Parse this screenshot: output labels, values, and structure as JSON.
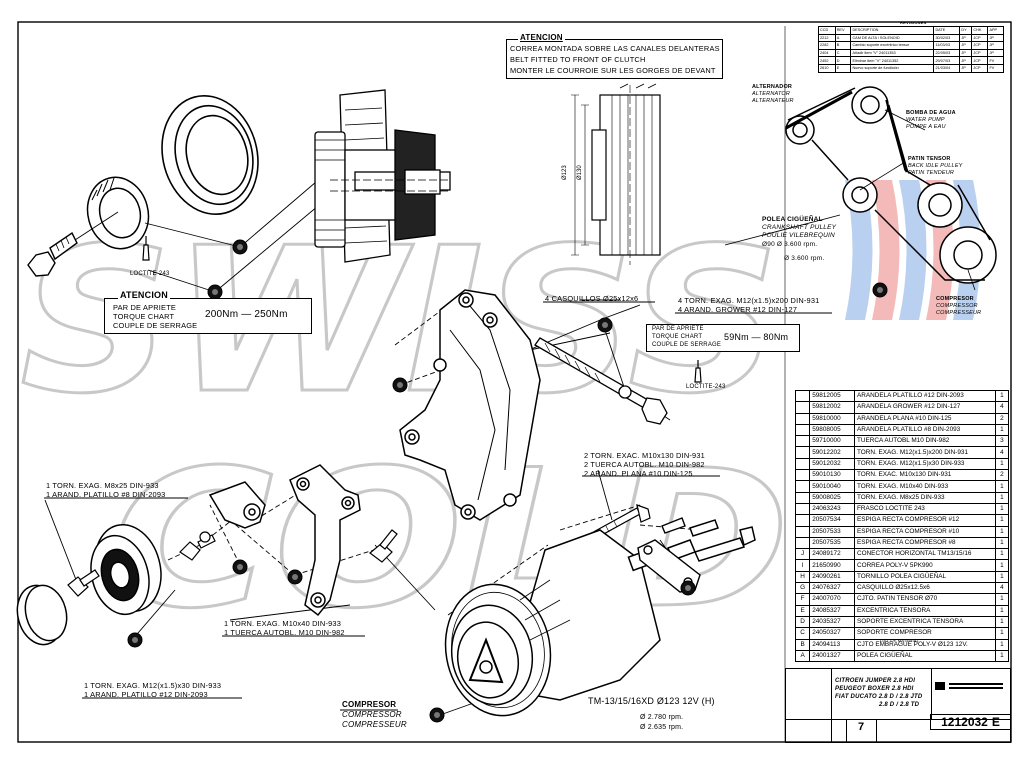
{
  "watermark": {
    "line1": "SWISS",
    "line2": "COLD"
  },
  "attention": {
    "title": "ATENCION",
    "lines": [
      "CORREA MONTADA SOBRE LAS CANALES DELANTERAS",
      "BELT FITTED TO FRONT OF CLUTCH",
      "MONTER LE COURROIE SUR LES GORGES DE DEVANT"
    ]
  },
  "torque1": {
    "title": "ATENCION",
    "lines": [
      "PAR DE APRIETE",
      "TORQUE CHART",
      "COUPLE DE SERRAGE"
    ],
    "value": "200Nm — 250Nm",
    "loctite": "LOCTITE-243"
  },
  "torque2": {
    "lines": [
      "PAR DE APRIETE",
      "TORQUE CHART",
      "COUPLE DE SERRAGE"
    ],
    "value": "59Nm — 80Nm",
    "loctite": "LOCTITE-243"
  },
  "callouts": {
    "casquillos": "4 CASQUILLOS Ø25x12x6",
    "bolt_m12": [
      "4 TORN. EXAG. M12(x1.5)x200 DIN-931",
      "4 ARAND. GROWER #12 DIN-127"
    ],
    "bolt_m10_130": [
      "2 TORN. EXAC. M10x130 DIN-931",
      "2 TUERCA AUTOBL. M10 DIN-982",
      "2 ARAND. PLANA #10 DIN-125"
    ],
    "bolt_m8": [
      "1 TORN. EXAG. M8x25 DIN-933",
      "1 ARAND. PLATILLO #8 DIN-2093"
    ],
    "bolt_m10_40": [
      "1 TORN. EXAG. M10x40 DIN-933",
      "1 TUERCA AUTOBL. M10 DIN-982"
    ],
    "bolt_m12_30": [
      "1 TORN. EXAG. M12(x1.5)x30 DIN-933",
      "1 ARAND. PLATILLO #12 DIN-2093"
    ],
    "compressor": [
      "COMPRESOR",
      "COMPRESSOR",
      "COMPRESSEUR"
    ],
    "model": "TM-13/15/16XD Ø123 12V (H)",
    "rpm": [
      "Ø 2.780 rpm.",
      "Ø 2.635 rpm."
    ]
  },
  "pulley_dims": {
    "d1": "Ø123",
    "d2": "Ø130"
  },
  "belt_diagram": {
    "alternator": [
      "ALTERNADOR",
      "ALTERNATOR",
      "ALTERNATEUR"
    ],
    "water_pump": [
      "BOMBA DE AGUA",
      "WATER PUMP",
      "POMPE A EAU"
    ],
    "idler": [
      "PATIN TENSOR",
      "BACK IDLE PULLEY",
      "PATIN TENDEUR"
    ],
    "crankshaft": [
      "POLEA CIGÜEÑAL",
      "CRANKSHAFT PULLEY",
      "POULIE VILEBREQUIN",
      "Ø90 Ø 3.600 rpm.",
      "Ø 3.600 rpm."
    ],
    "compressor": [
      "COMPRESOR",
      "COMPRESSOR",
      "COMPRESSEUR"
    ]
  },
  "revisions": {
    "title": "REVISIONES",
    "headers": [
      "CCD",
      "REV",
      "DESCRIPTION",
      "DATE",
      "DY",
      "CHK",
      "APP"
    ],
    "rows": [
      [
        "2212",
        "A",
        "CAM DE ALTA / SOLENOID",
        "30/02/03",
        "JP",
        "JCP",
        "JP"
      ],
      [
        "2282",
        "B",
        "Cambio soporte excéntrico tensor",
        "11/03/03",
        "JP",
        "JCP",
        "JP"
      ],
      [
        "2404",
        "C",
        "Añadir item \"V\" 24011353",
        "22/05/03",
        "JP",
        "JCP",
        "JP"
      ],
      [
        "2452",
        "D",
        "Eliminar item \"V\" 24011352",
        "29/07/03",
        "JP",
        "JCP",
        "FV"
      ],
      [
        "2610",
        "E",
        "Nuevo soporte de fundición",
        "21/03/04",
        "JP",
        "JCP",
        "FV"
      ]
    ]
  },
  "parts": [
    {
      "item": "",
      "code": "59812005",
      "desc": "ARANDELA PLATILLO #12 DIN-2093",
      "qty": "1"
    },
    {
      "item": "",
      "code": "59812002",
      "desc": "ARANDELA GROWER #12 DIN-127",
      "qty": "4"
    },
    {
      "item": "",
      "code": "59810000",
      "desc": "ARANDELA PLANA #10 DIN-125",
      "qty": "2"
    },
    {
      "item": "",
      "code": "59808005",
      "desc": "ARANDELA PLATILLO #8 DIN-2093",
      "qty": "1"
    },
    {
      "item": "",
      "code": "59710000",
      "desc": "TUERCA AUTOBL M10 DIN-982",
      "qty": "3"
    },
    {
      "item": "",
      "code": "59012202",
      "desc": "TORN. EXAG. M12(x1.5)x200 DIN-931",
      "qty": "4"
    },
    {
      "item": "",
      "code": "59012032",
      "desc": "TORN. EXAG. M12(x1.5)x30 DIN-933",
      "qty": "1"
    },
    {
      "item": "",
      "code": "59010130",
      "desc": "TORN. EXAC. M10x130 DIN-931",
      "qty": "2"
    },
    {
      "item": "",
      "code": "59010040",
      "desc": "TORN. EXAG. M10x40 DIN-933",
      "qty": "1"
    },
    {
      "item": "",
      "code": "59008025",
      "desc": "TORN. EXAG. M8x25 DIN-933",
      "qty": "1"
    },
    {
      "item": "",
      "code": "24063243",
      "desc": "FRASCO LOCTITE 243",
      "qty": "1"
    },
    {
      "item": "",
      "code": "20507534",
      "desc": "ESPIGA RECTA COMPRESOR #12",
      "qty": "1"
    },
    {
      "item": "",
      "code": "20507533",
      "desc": "ESPIGA RECTA COMPRESOR #10",
      "qty": "1"
    },
    {
      "item": "",
      "code": "20507535",
      "desc": "ESPIGA RECTA COMPRESOR #8",
      "qty": "1"
    },
    {
      "item": "J",
      "code": "24089172",
      "desc": "CONECTOR HORIZONTAL TM13/15/16",
      "qty": "1"
    },
    {
      "item": "I",
      "code": "21650990",
      "desc": "CORREA POLY-V 5PK990",
      "qty": "1"
    },
    {
      "item": "H",
      "code": "24090261",
      "desc": "TORNILLO POLEA CIGÜEÑAL",
      "qty": "1"
    },
    {
      "item": "G",
      "code": "24076327",
      "desc": "CASQUILLO Ø25x12.5x6",
      "qty": "4"
    },
    {
      "item": "F",
      "code": "24007070",
      "desc": "CJTO. PATIN TENSOR Ø70",
      "qty": "1"
    },
    {
      "item": "E",
      "code": "24085327",
      "desc": "EXCENTRICA TENSORA",
      "qty": "1"
    },
    {
      "item": "D",
      "code": "24035327",
      "desc": "SOPORTE EXCENTRICA TENSORA",
      "qty": "1"
    },
    {
      "item": "C",
      "code": "24050327",
      "desc": "SOPORTE COMPRESOR",
      "qty": "1"
    },
    {
      "item": "B",
      "code": "24094113",
      "desc": "CJTO EMBRAGUE POLY-V Ø123 12V.",
      "qty": "1"
    },
    {
      "item": "A",
      "code": "24001327",
      "desc": "POLEA CIGÜEÑAL",
      "qty": "1"
    }
  ],
  "parts_footer": "LIST OF MATERIAL",
  "title_block": {
    "vehicles": [
      "CITROEN JUMPER 2.8 HDI",
      "PEUGEOT BOXER 2.8 HDI",
      "FIAT DUCATO 2.8 D / 2.8 JTD",
      "2.8 D / 2.8 TD"
    ],
    "sheet": "7",
    "drawing_number": "1212032",
    "revision": "E"
  }
}
